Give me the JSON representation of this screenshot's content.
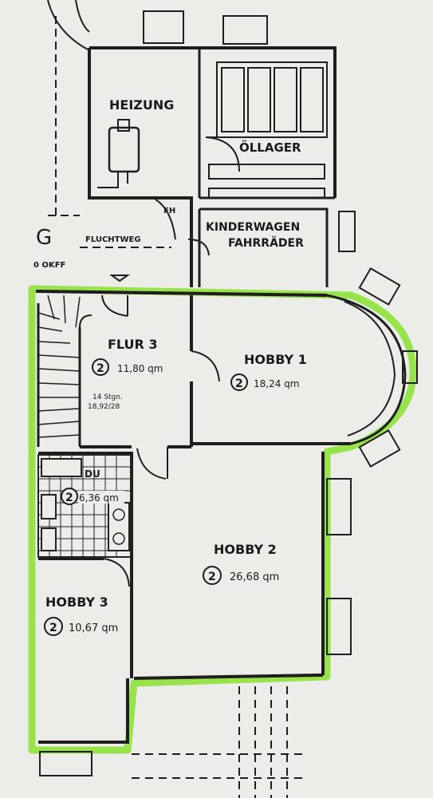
{
  "labels": {
    "heizung": "HEIZUNG",
    "oellager": "ÖLLAGER",
    "kinderwagen": "KINDERWAGEN",
    "fahrraeder": "FAHRRÄDER",
    "fluchtweg": "FLUCHTWEG",
    "fh": "FH",
    "g": "G",
    "okff": "0 OKFF",
    "dusche": "DU",
    "treppe_line1": "14 Stgn.",
    "treppe_line2": "18,92/28"
  },
  "rooms": {
    "flur3": {
      "name": "FLUR 3",
      "marker": "2",
      "area": "11,80 qm"
    },
    "hobby1": {
      "name": "HOBBY 1",
      "marker": "2",
      "area": "18,24 qm"
    },
    "bad": {
      "marker": "2",
      "area": "6,36 qm"
    },
    "hobby2": {
      "name": "HOBBY 2",
      "marker": "2",
      "area": "26,68 qm"
    },
    "hobby3": {
      "name": "HOBBY 3",
      "marker": "2",
      "area": "10,67 qm"
    }
  },
  "colors": {
    "paper": "#ecece8",
    "ink": "#1e1e1e",
    "highlight": "#8fe23a"
  }
}
